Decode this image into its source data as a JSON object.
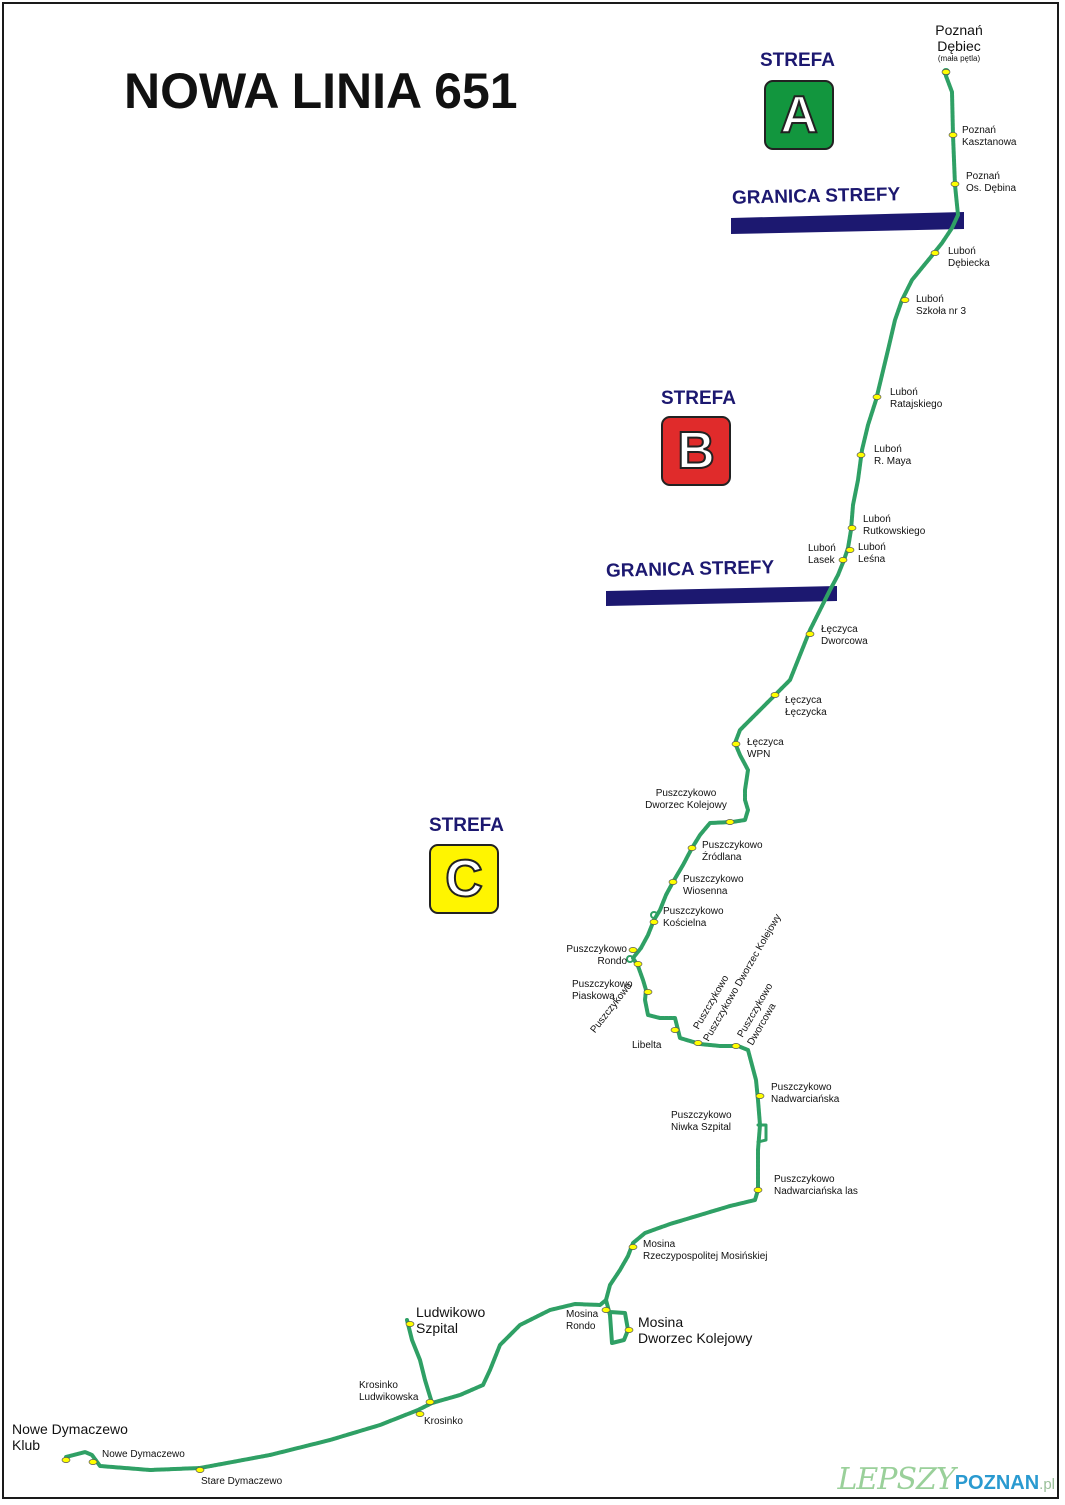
{
  "title": "NOWA LINIA 651",
  "zones": [
    {
      "label": "STREFA",
      "letter": "A"
    },
    {
      "label": "STREFA",
      "letter": "B"
    },
    {
      "label": "STREFA",
      "letter": "C"
    }
  ],
  "boundaries": [
    "GRANICA STREFY",
    "GRANICA STREFY"
  ],
  "stops": [
    {
      "name": "Poznań",
      "sub": "Dębiec",
      "note": "(mała pętla)"
    },
    {
      "name": "Poznań",
      "sub": "Kasztanowa"
    },
    {
      "name": "Poznań",
      "sub": "Os. Dębina"
    },
    {
      "name": "Luboń",
      "sub": "Dębiecka"
    },
    {
      "name": "Luboń",
      "sub": "Szkoła nr 3"
    },
    {
      "name": "Luboń",
      "sub": "Ratajskiego"
    },
    {
      "name": "Luboń",
      "sub": "R. Maya"
    },
    {
      "name": "Luboń",
      "sub": "Rutkowskiego"
    },
    {
      "name": "Luboń",
      "sub": "Lasek"
    },
    {
      "name": "Luboń",
      "sub": "Leśna"
    },
    {
      "name": "Łęczyca",
      "sub": "Dworcowa"
    },
    {
      "name": "Łęczyca",
      "sub": "Łęczycka"
    },
    {
      "name": "Łęczyca",
      "sub": "WPN"
    },
    {
      "name": "Puszczykowo",
      "sub": "Dworzec Kolejowy"
    },
    {
      "name": "Puszczykowo",
      "sub": "Źródlana"
    },
    {
      "name": "Puszczykowo",
      "sub": "Wiosenna"
    },
    {
      "name": "Puszczykowo",
      "sub": "Kościelna"
    },
    {
      "name": "Puszczykowo",
      "sub": "Rondo"
    },
    {
      "name": "Puszczykowo",
      "sub": "Piaskowa"
    },
    {
      "name": "Puszczykowo",
      "sub": ""
    },
    {
      "name": "Libelta",
      "sub": ""
    },
    {
      "name": "Puszczykowo",
      "sub": "Puszczykowo Dworzec Kolejowy"
    },
    {
      "name": "Puszczykowo",
      "sub": "Dworcowa"
    },
    {
      "name": "Puszczykowo",
      "sub": "Nadwarciańska"
    },
    {
      "name": "Puszczykowo",
      "sub": "Niwka Szpital"
    },
    {
      "name": "Puszczykowo",
      "sub": "Nadwarciańska las"
    },
    {
      "name": "Mosina",
      "sub": "Rzeczypospolitej Mosińskiej"
    },
    {
      "name": "Mosina",
      "sub": "Rondo"
    },
    {
      "name": "Mosina",
      "sub": "Dworzec Kolejowy"
    },
    {
      "name": "Ludwikowo",
      "sub": "Szpital"
    },
    {
      "name": "Krosinko",
      "sub": "Ludwikowska"
    },
    {
      "name": "Krosinko",
      "sub": ""
    },
    {
      "name": "Nowe Dymaczewo",
      "sub": "Klub"
    },
    {
      "name": "Nowe Dymaczewo",
      "sub": ""
    },
    {
      "name": "Stare Dymaczewo",
      "sub": ""
    }
  ],
  "logo": {
    "part1": "LEPSZY",
    "part2": "POZNAN",
    "part3": ".pl"
  },
  "colors": {
    "route": "#2fa065",
    "route_light": "#7fd09a",
    "stop": "#ffff00",
    "zone_a": "#12963e",
    "zone_b": "#e02b2b",
    "zone_c": "#fff500",
    "boundary": "#1c1870"
  }
}
